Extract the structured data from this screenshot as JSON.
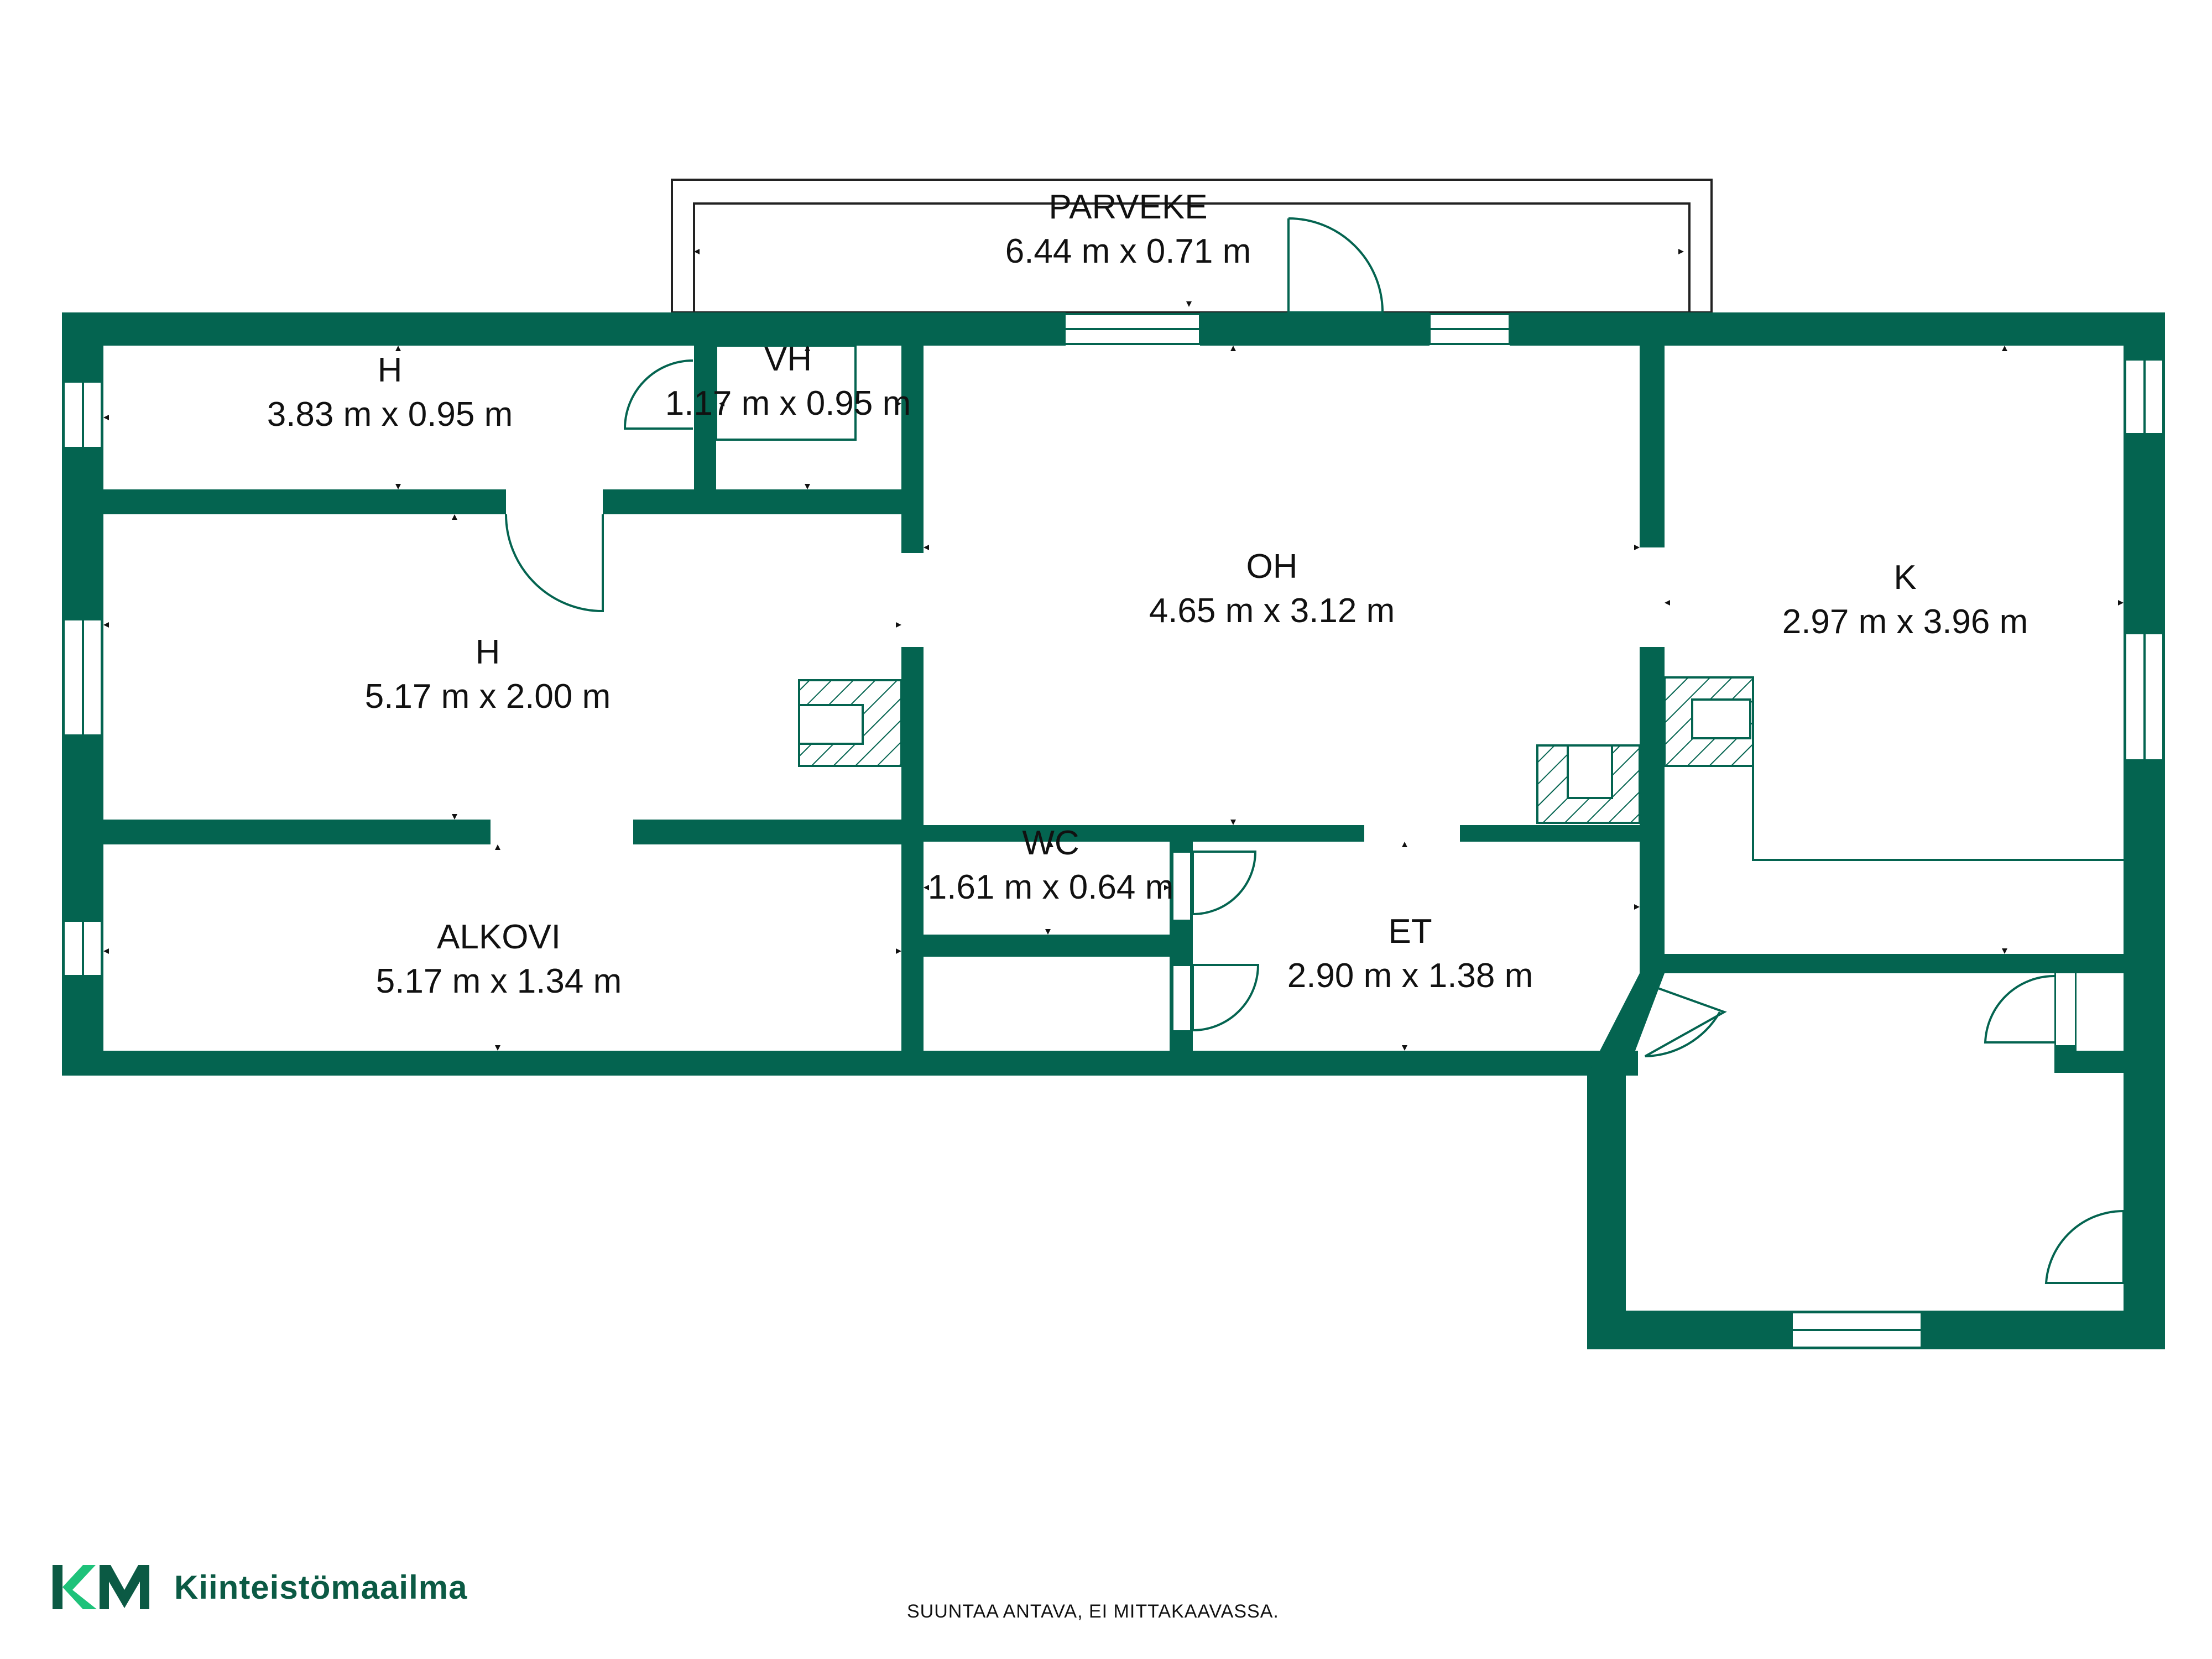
{
  "colors": {
    "wall": "#046450",
    "line": "#046450",
    "text": "#111111",
    "brand": "#0b5a44",
    "brand_accent": "#1ec27a"
  },
  "rooms": {
    "parveke": {
      "name": "PARVEKE",
      "size": "6.44 m x 0.71 m"
    },
    "h_small": {
      "name": "H",
      "size": "3.83 m x 0.95 m"
    },
    "vh": {
      "name": "VH",
      "size": "1.17 m x 0.95 m"
    },
    "oh": {
      "name": "OH",
      "size": "4.65 m x 3.12 m"
    },
    "k": {
      "name": "K",
      "size": "2.97 m x 3.96 m"
    },
    "h_large": {
      "name": "H",
      "size": "5.17 m x 2.00 m"
    },
    "wc": {
      "name": "WC",
      "size": "1.61 m x 0.64 m"
    },
    "et": {
      "name": "ET",
      "size": "2.90 m x 1.38 m"
    },
    "alkovi": {
      "name": "ALKOVI",
      "size": "5.17 m x 1.34 m"
    }
  },
  "footer": {
    "brand_logo": "KM",
    "brand_name": "Kiinteistömaailma",
    "disclaimer": "SUUNTAA ANTAVA, EI MITTAKAAVASSA."
  },
  "icons": [
    "door-swing-icon",
    "window-icon",
    "fireplace-icon",
    "dimension-arrow-icon"
  ]
}
